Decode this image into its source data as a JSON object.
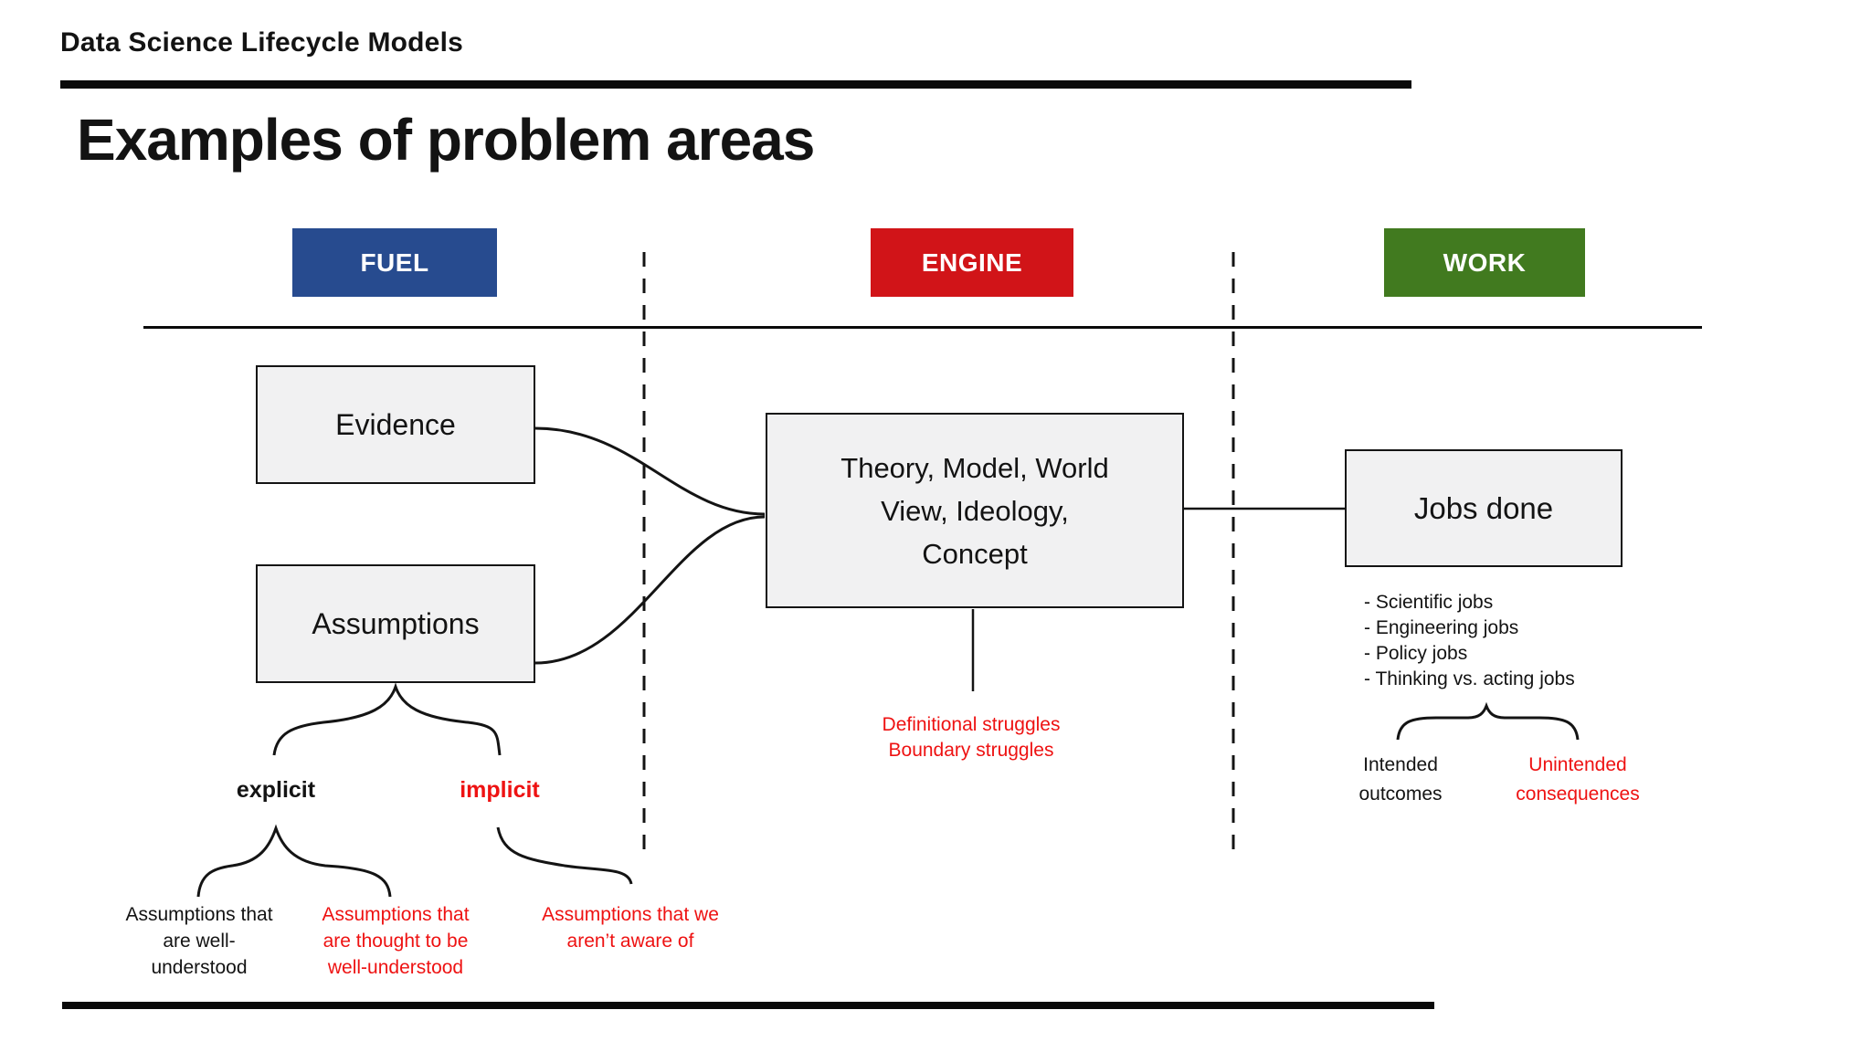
{
  "colors": {
    "fuel_blue": "#274b8f",
    "engine_red": "#d11418",
    "work_green": "#417a1f",
    "alert_red": "#ee1212",
    "box_fill": "#f1f1f2"
  },
  "slide": {
    "title": "Data Science Lifecycle Models",
    "heading": "Examples of problem areas"
  },
  "columns": {
    "fuel": "FUEL",
    "engine": "ENGINE",
    "work": "WORK"
  },
  "boxes": {
    "evidence": "Evidence",
    "assumptions": "Assumptions",
    "theory_lines": [
      "Theory, Model, World",
      "View, Ideology,",
      "Concept"
    ],
    "jobs_done": "Jobs done"
  },
  "engine_annotation": {
    "lines": [
      "Definitional struggles",
      "Boundary struggles"
    ]
  },
  "jobs_list": [
    "- Scientific jobs",
    "- Engineering jobs",
    "- Policy jobs",
    "- Thinking vs. acting jobs"
  ],
  "fuel_branch": {
    "explicit_label": "explicit",
    "implicit_label": "implicit",
    "well_understood_lines": [
      "Assumptions that",
      "are well-",
      "understood"
    ],
    "thought_lines": [
      "Assumptions that",
      "are thought to be",
      "well-understood"
    ],
    "unaware_lines": [
      "Assumptions that we",
      "aren’t aware of"
    ]
  },
  "work_branch": {
    "intended_lines": [
      "Intended",
      "outcomes"
    ],
    "unintended_lines": [
      "Unintended",
      "consequences"
    ]
  }
}
